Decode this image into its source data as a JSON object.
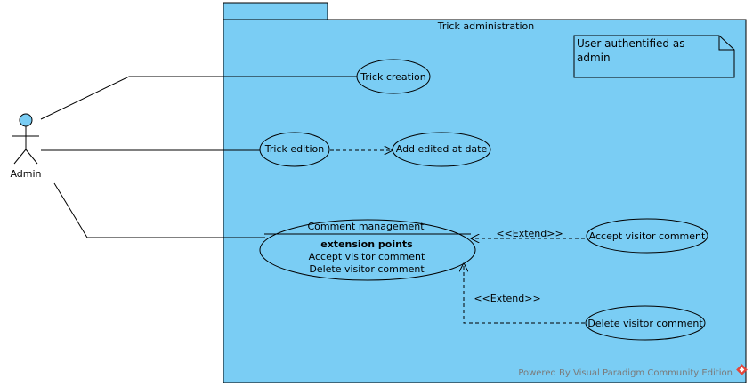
{
  "package": {
    "title": "Trick administration",
    "fill_color": "#7ACDF4"
  },
  "note": {
    "text_line1": "User authentified as",
    "text_line2": "admin"
  },
  "actor": {
    "name": "Admin",
    "head_color": "#7ACDF4"
  },
  "use_cases": {
    "trick_creation": "Trick creation",
    "trick_edition": "Trick edition",
    "add_edited_at_date": "Add edited at date",
    "comment_management": {
      "name": "Comment management",
      "extension_points_label": "extension points",
      "extension_point_1": "Accept visitor comment",
      "extension_point_2": "Delete visitor comment"
    },
    "accept_visitor_comment": "Accept visitor comment",
    "delete_visitor_comment": "Delete visitor comment"
  },
  "relations": {
    "extend_label_1": "<<Extend>>",
    "extend_label_2": "<<Extend>>"
  },
  "watermark": {
    "text": "Powered By Visual Paradigm Community Edition",
    "logo_icon": "visual-paradigm-logo-icon",
    "logo_color": "#E2473B"
  }
}
